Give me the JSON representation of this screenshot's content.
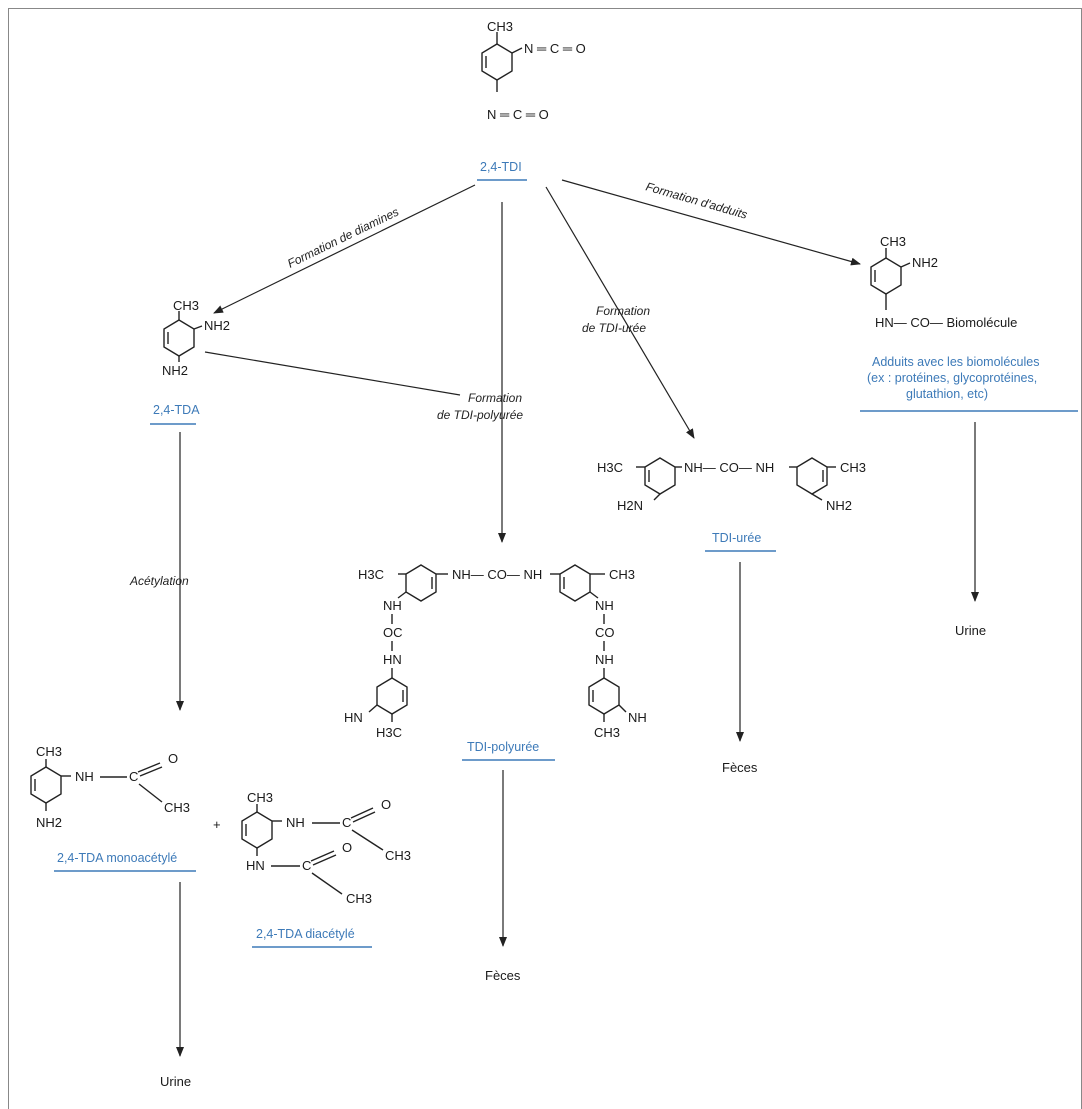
{
  "tdi": {
    "ch3": "CH3",
    "nco1": "N ═ C ═ O",
    "nco2": "N ═ C ═ O",
    "label": "2,4-TDI"
  },
  "edges": {
    "diamines": "Formation de diamines",
    "adduits": "Formation d'adduits",
    "uree_1": "Formation",
    "uree_2": "de TDI-urée",
    "polyuree_1": "Formation",
    "polyuree_2": "de TDI-polyurée",
    "acetylation": "Acétylation"
  },
  "tda": {
    "ch3": "CH3",
    "nh2a": "NH2",
    "nh2b": "NH2",
    "label": "2,4-TDA"
  },
  "adduct": {
    "ch3": "CH3",
    "nh2": "NH2",
    "chain": "HN— CO— Biomolécule",
    "label1": "Adduits avec les biomolécules",
    "label2": "(ex : protéines, glycoprotéines,",
    "label3": "glutathion, etc)",
    "fate": "Urine"
  },
  "uree": {
    "left": "H3C",
    "mid": "NH— CO— NH",
    "right": "CH3",
    "h2n": "H2N",
    "nh2": "NH2",
    "label": "TDI-urée",
    "fate": "Fèces"
  },
  "polyuree": {
    "h3c": "H3C",
    "mid": "NH— CO— NH",
    "ch3": "CH3",
    "nh_l": "NH",
    "oc_l": "OC",
    "hn_l": "HN",
    "nh_r": "NH",
    "co_r": "CO",
    "nh_r2": "NH",
    "hn_bl": "HN",
    "h3c_bl": "H3C",
    "nh_br": "NH",
    "ch3_br": "CH3",
    "label": "TDI-polyurée",
    "fate": "Fèces"
  },
  "mono": {
    "ch3": "CH3",
    "nh": "NH",
    "c": "C",
    "o": "O",
    "ch3b": "CH3",
    "nh2": "NH2",
    "label": "2,4-TDA monoacétylé",
    "fate": "Urine"
  },
  "plus": "+",
  "di": {
    "ch3": "CH3",
    "nh": "NH",
    "c1": "C",
    "o1": "O",
    "ch3a": "CH3",
    "hn": "HN",
    "c2": "C",
    "o2": "O",
    "ch3b": "CH3",
    "label": "2,4-TDA diacétylé"
  }
}
